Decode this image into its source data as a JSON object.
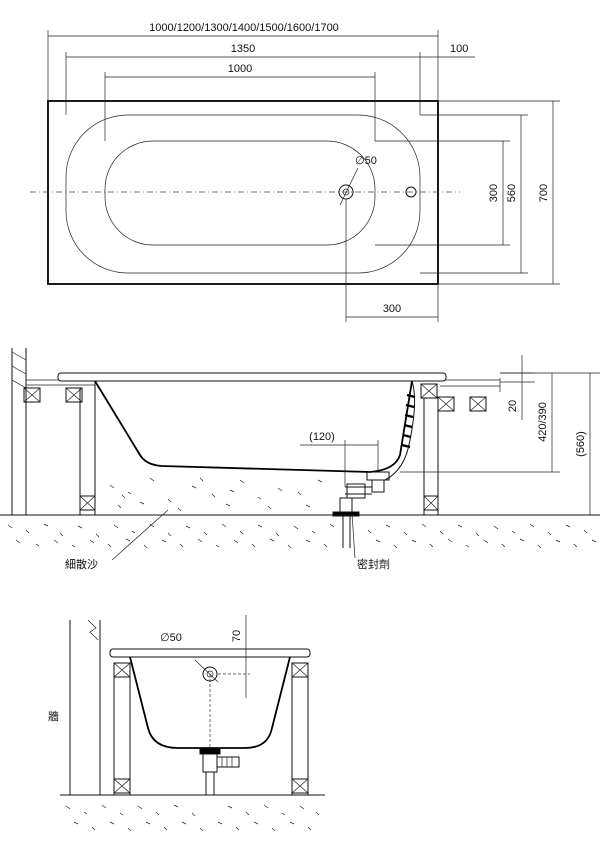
{
  "top_view": {
    "dims": {
      "total_lengths": "1000/1200/1300/1400/1500/1600/1700",
      "length_1350": "1350",
      "inner_1000": "1000",
      "edge_100": "100",
      "drain_dia": "∅50",
      "h300": "300",
      "h560": "560",
      "h700": "700",
      "bottom_300": "300"
    }
  },
  "side_view": {
    "dims": {
      "rim_20": "20",
      "height_420_390": "420/390",
      "height_560": "(560)",
      "offset_120": "(120)"
    },
    "labels": {
      "fine_sand": "細散沙",
      "sealant": "密封劑"
    }
  },
  "end_view": {
    "dims": {
      "drain_dia": "∅50",
      "depth_70": "70"
    },
    "labels": {
      "wall": "牆"
    }
  }
}
